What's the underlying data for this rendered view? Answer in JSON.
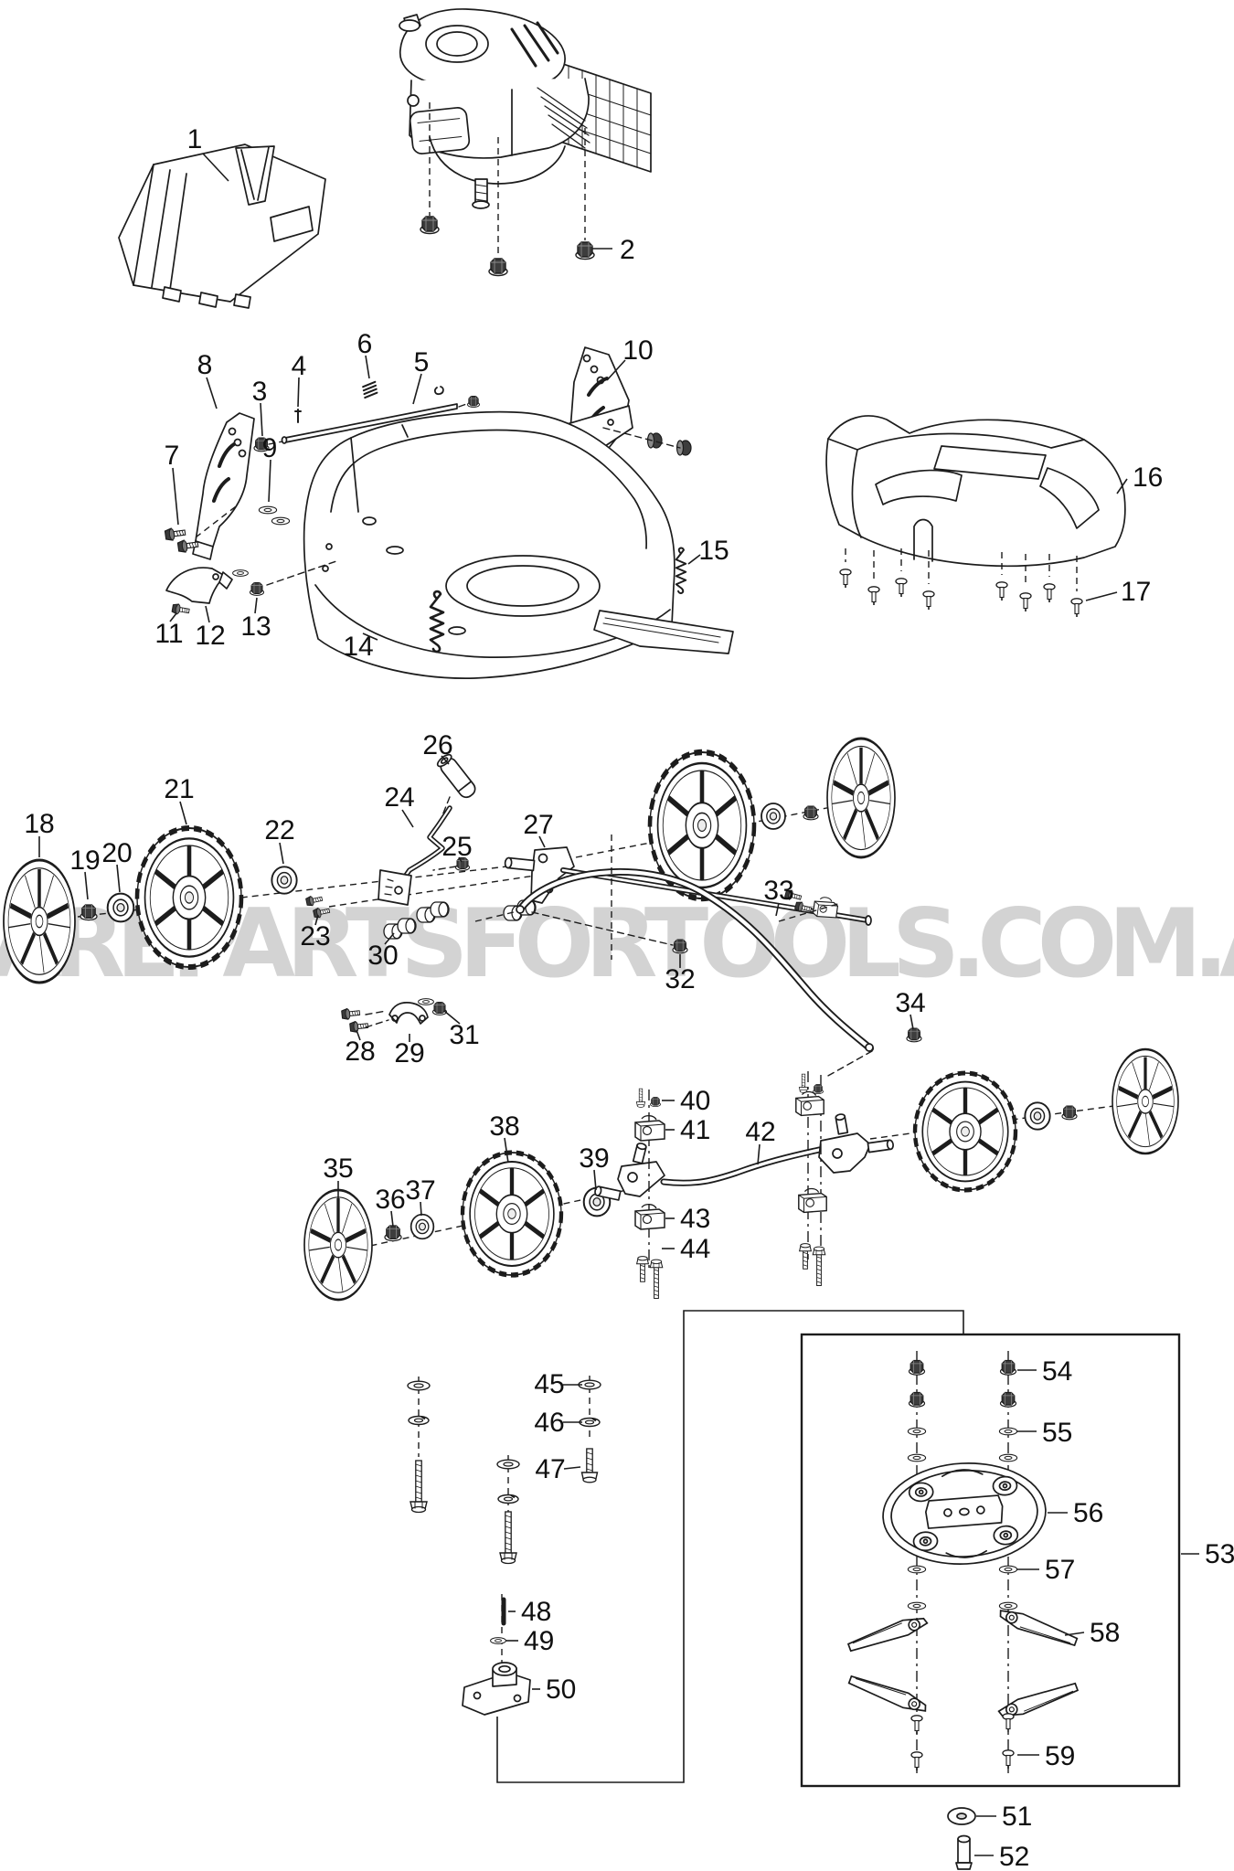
{
  "watermark": "AREPARTSFORTOOLS.COM.AU",
  "parts": {
    "p1": "1",
    "p2": "2",
    "p3": "3",
    "p4": "4",
    "p5": "5",
    "p6": "6",
    "p7": "7",
    "p8": "8",
    "p9": "9",
    "p10": "10",
    "p11": "11",
    "p12": "12",
    "p13": "13",
    "p14": "14",
    "p15": "15",
    "p16": "16",
    "p17": "17",
    "p18": "18",
    "p19": "19",
    "p20": "20",
    "p21": "21",
    "p22": "22",
    "p23": "23",
    "p24": "24",
    "p25": "25",
    "p26": "26",
    "p27": "27",
    "p28": "28",
    "p29": "29",
    "p30": "30",
    "p31": "31",
    "p32": "32",
    "p33": "33",
    "p34": "34",
    "p35": "35",
    "p36": "36",
    "p37": "37",
    "p38": "38",
    "p39": "39",
    "p40": "40",
    "p41": "41",
    "p42": "42",
    "p43": "43",
    "p44": "44",
    "p45": "45",
    "p46": "46",
    "p47": "47",
    "p48": "48",
    "p49": "49",
    "p50": "50",
    "p51": "51",
    "p52": "52",
    "p53": "53",
    "p54": "54",
    "p55": "55",
    "p56": "56",
    "p57": "57",
    "p58": "58",
    "p59": "59"
  }
}
